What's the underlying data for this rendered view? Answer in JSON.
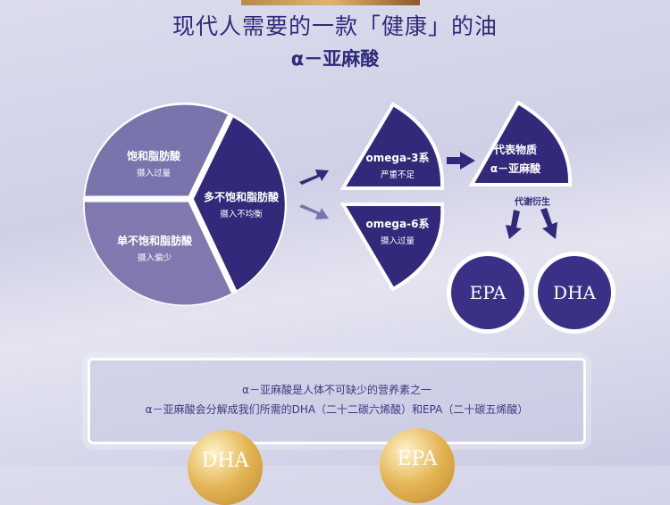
{
  "header": {
    "title": "现代人需要的一款「健康」的油",
    "subtitle": "α－亚麻酸"
  },
  "pie": {
    "saturated": {
      "name": "饱和脂肪酸",
      "note": "摄入过量"
    },
    "mono": {
      "name": "单不饱和脂肪酸",
      "note": "摄入偏少"
    },
    "poly": {
      "name": "多不饱和脂肪酸",
      "note": "摄入不均衡"
    }
  },
  "omega3": {
    "name": "omega-3系",
    "note": "严重不足"
  },
  "omega6": {
    "name": "omega-6系",
    "note": "摄入过量"
  },
  "representative": {
    "name": "代表物质",
    "value": "α－亚麻酸"
  },
  "metabolism_label": "代谢衍生",
  "derivatives": [
    "EPA",
    "DHA"
  ],
  "info": {
    "line1": "α－亚麻酸是人体不可缺少的营养素之一",
    "line2": "α－亚麻酸会分解成我们所需的DHA（二十二碳六烯酸）和EPA（二十碳五烯酸）"
  },
  "bottom_badges": [
    "DHA",
    "EPA"
  ],
  "colors": {
    "dark": "#33297a",
    "light": "#7a74ad",
    "title": "#2e2a78"
  }
}
